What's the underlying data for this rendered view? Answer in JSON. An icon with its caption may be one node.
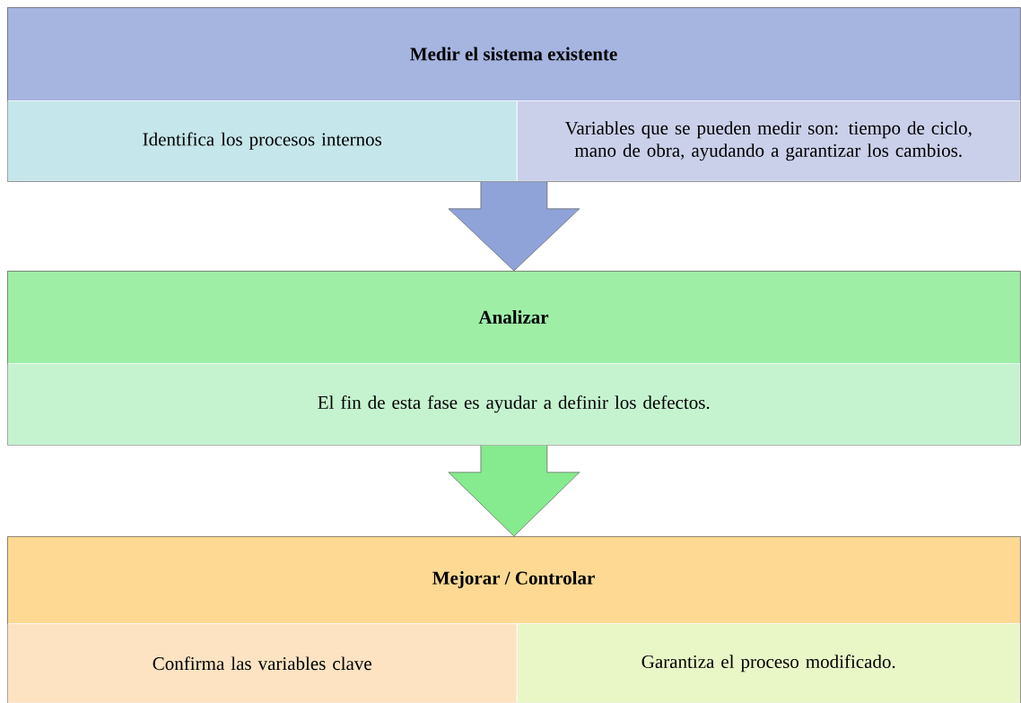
{
  "diagram": {
    "nodes": [
      {
        "text": [
          "Medir el sistema existente"
        ]
      },
      {
        "text": [
          "Identifica los procesos internos"
        ],
        "in": 0
      },
      {
        "text": [
          "Variables que se pueden medir son: tiempo de ciclo, mano de obra, ayudando a garantizar los cambios."
        ],
        "in": 0
      },
      {
        "text": [
          "Analizar"
        ]
      },
      {
        "text": [
          "El fin de esta fase es ayudar a definir los defectos."
        ],
        "in": 3
      },
      {
        "text": [
          "Mejorar / Controlar"
        ]
      },
      {
        "text": [
          "Confirma las variables clave"
        ],
        "in": 5
      },
      {
        "text": [
          "Garantiza el proceso modificado."
        ],
        "in": 5
      }
    ],
    "edges": [
      {
        "from": 0,
        "to": 3,
        "arrow": "to",
        "style": "thick",
        "color": "#8fa3d8"
      },
      {
        "from": 3,
        "to": 5,
        "arrow": "to",
        "style": "thick",
        "color": "#86ea8e"
      }
    ]
  }
}
